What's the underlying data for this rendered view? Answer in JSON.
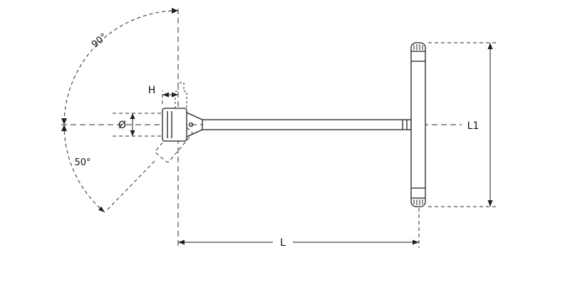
{
  "diagram": {
    "type": "technical-drawing",
    "subject": "t-handle-swivel-socket-wrench",
    "labels": {
      "angle_90": "90°",
      "angle_50": "50°",
      "diameter": "Ø",
      "height": "H",
      "length_total": "L",
      "length_handle": "L1"
    },
    "colors": {
      "line": "#1f1f1f",
      "background": "#ffffff"
    }
  }
}
